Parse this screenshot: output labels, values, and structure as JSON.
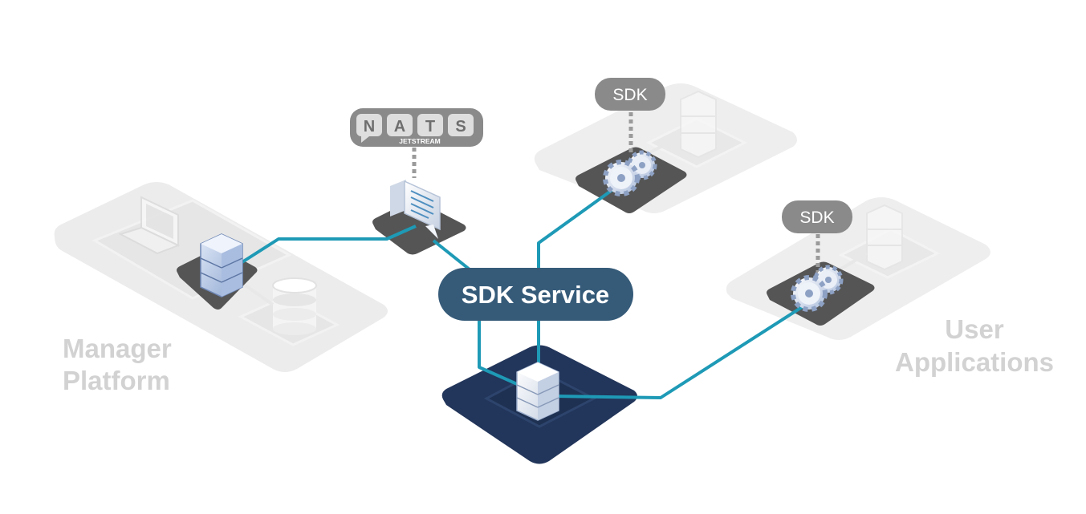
{
  "labels": {
    "sdk_service": "SDK Service",
    "manager_line1": "Manager",
    "manager_line2": "Platform",
    "user_line1": "User",
    "user_line2": "Applications",
    "sdk_tag_top": "SDK",
    "sdk_tag_right": "SDK",
    "nats_letters": [
      "N",
      "A",
      "T",
      "S"
    ],
    "nats_sub": "JETSTREAM"
  },
  "icons": {
    "laptop": "laptop-icon",
    "server": "server-icon",
    "database": "database-icon",
    "message": "message-icon",
    "gears": "gears-icon"
  },
  "colors": {
    "connector": "#1e9ab6",
    "sdk_service_fill": "#365b79",
    "base_navy": "#22355a",
    "platform_gray": "#ececec",
    "node_dark": "#555555",
    "tag_gray": "#8a8a8a",
    "faded_text": "#d2d2d2"
  }
}
